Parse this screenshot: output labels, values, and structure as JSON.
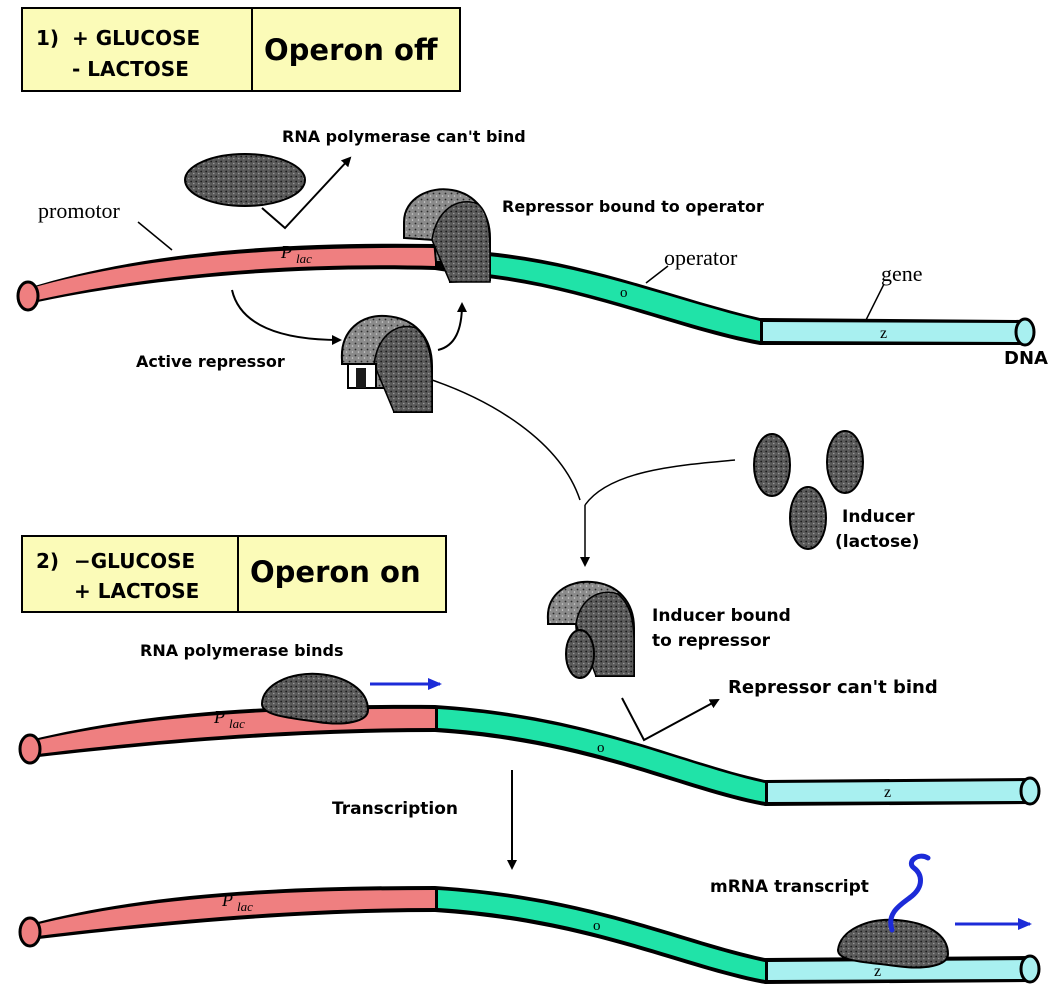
{
  "panel1": {
    "number": "1)",
    "line1": "+ GLUCOSE",
    "line2": "- LACTOSE",
    "state": "Operon off"
  },
  "panel2": {
    "number": "2)",
    "line1": "−GLUCOSE",
    "line2": "+ LACTOSE",
    "state": "Operon on"
  },
  "labels": {
    "rna_cant_bind": "RNA polymerase can't bind",
    "repressor_bound": "Repressor bound to operator",
    "promotor": "promotor",
    "operator": "operator",
    "gene": "gene",
    "dna": "DNA",
    "active_repressor": "Active repressor",
    "inducer_line1": "Inducer",
    "inducer_line2": "(lactose)",
    "inducer_bound_line1": "Inducer bound",
    "inducer_bound_line2": "to repressor",
    "repressor_cant_bind": "Repressor can't bind",
    "rna_binds": "RNA polymerase binds",
    "transcription": "Transcription",
    "mrna": "mRNA transcript"
  },
  "segments": {
    "promoter_main": "P",
    "promoter_sub": "lac",
    "operator_letter": "o",
    "gene_letter": "z"
  },
  "colors": {
    "promoter": "#ef7f80",
    "operator": "#20e3a8",
    "gene": "#a8f0f0",
    "header_bg": "#fbfbb8",
    "protein": "#7a7a7a",
    "arrow_blue": "#1c2bd8",
    "outline": "#000000"
  }
}
